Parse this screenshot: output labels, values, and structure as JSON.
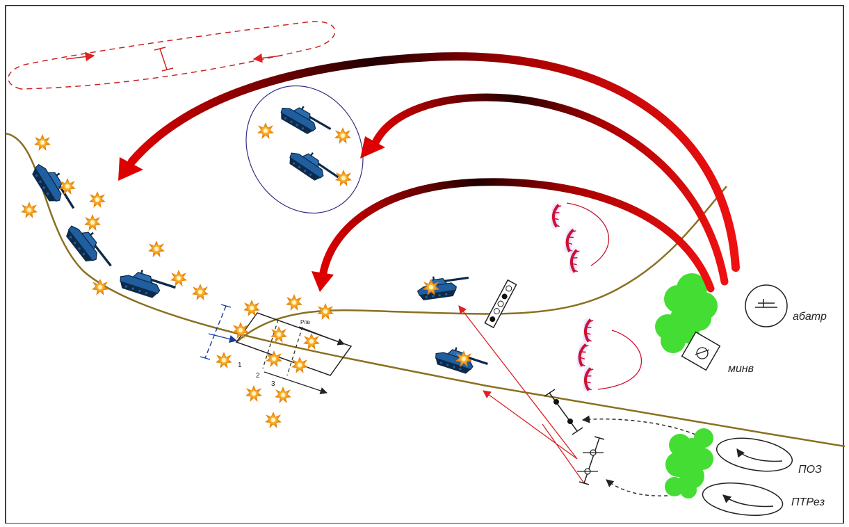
{
  "diagram": {
    "labels": {
      "artillery": "абатр",
      "mortar": "минв",
      "fire_position": "ПОЗ",
      "antitank_reserve": "ПТРез"
    },
    "sector_numbers": [
      "1",
      "2",
      "3"
    ],
    "sector_annotation": "Рпв",
    "colors": {
      "fire_arrow": "#cc0000",
      "fire_arrow_dark": "#330000",
      "road": "#8a7020",
      "tank": "#1f5fa0",
      "tank_dark": "#0e2a4a",
      "vegetation": "#44dd33",
      "trench": "#cc1133",
      "burst": "#f7a823",
      "patrol_route": "#cc2222"
    },
    "icons": [
      "tank-icon",
      "burst-icon",
      "trench-icon",
      "bush-icon",
      "artillery-icon",
      "mortar-icon"
    ]
  }
}
